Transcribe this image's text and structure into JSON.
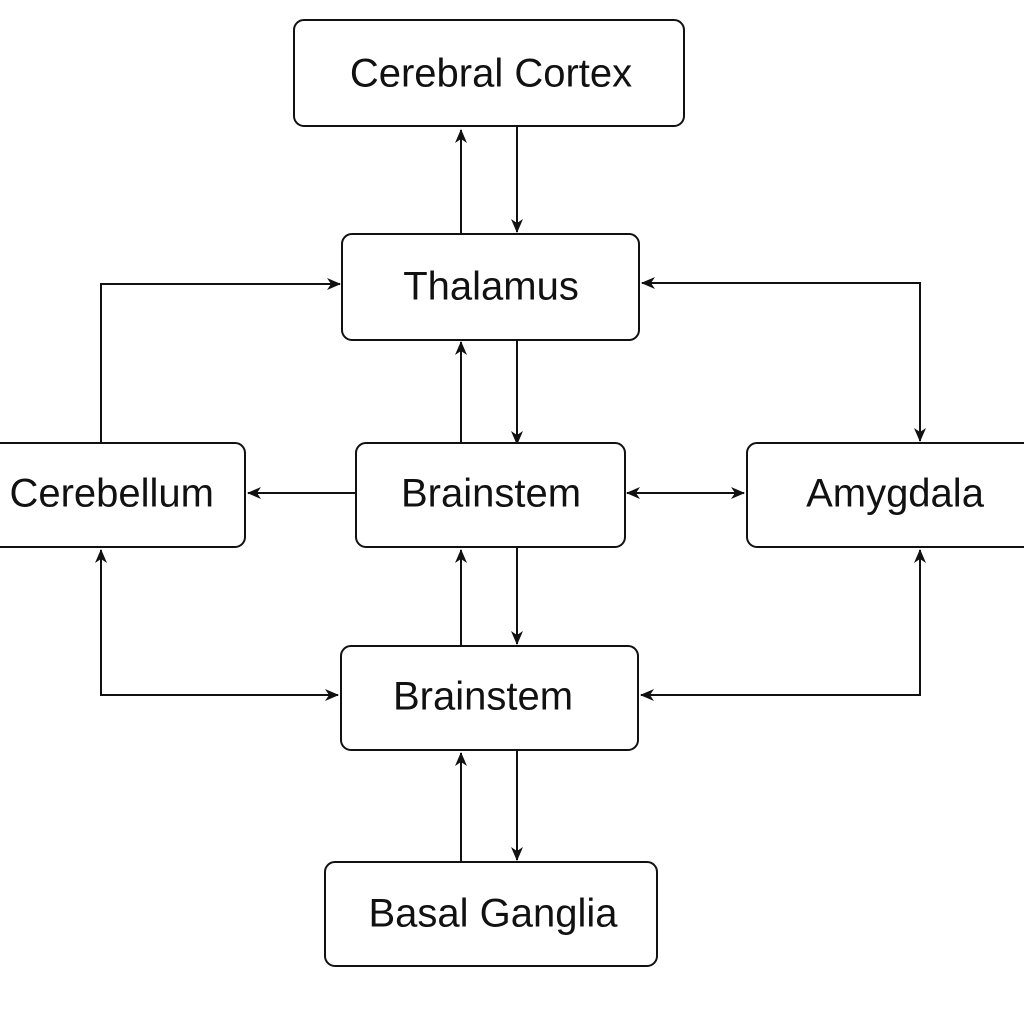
{
  "diagram": {
    "colors": {
      "line": "#111111",
      "box_fill": "#ffffff",
      "text": "#111111"
    },
    "nodes": {
      "cerebral_cortex": {
        "label": "Cerebral Cortex"
      },
      "thalamus": {
        "label": "Thalamus"
      },
      "cerebellum": {
        "label": "Cerebellum"
      },
      "brainstem_upper": {
        "label": "Brainstem"
      },
      "amygdala": {
        "label": "Amygdala"
      },
      "brainstem_lower": {
        "label": "Brainstem"
      },
      "basal_ganglia": {
        "label": "Basal Ganglia"
      }
    },
    "edges": [
      {
        "from": "thalamus",
        "to": "cerebral_cortex"
      },
      {
        "from": "cerebral_cortex",
        "to": "thalamus"
      },
      {
        "from": "cerebellum",
        "to": "thalamus"
      },
      {
        "from": "thalamus",
        "to": "amygdala",
        "bidirectional": true
      },
      {
        "from": "brainstem_upper",
        "to": "thalamus"
      },
      {
        "from": "thalamus",
        "to": "brainstem_upper"
      },
      {
        "from": "brainstem_upper",
        "to": "cerebellum"
      },
      {
        "from": "brainstem_upper",
        "to": "amygdala",
        "bidirectional": true
      },
      {
        "from": "brainstem_lower",
        "to": "brainstem_upper"
      },
      {
        "from": "brainstem_upper",
        "to": "brainstem_lower"
      },
      {
        "from": "cerebellum",
        "to": "brainstem_lower",
        "bidirectional": true
      },
      {
        "from": "amygdala",
        "to": "brainstem_lower",
        "bidirectional": true
      },
      {
        "from": "basal_ganglia",
        "to": "brainstem_lower"
      },
      {
        "from": "brainstem_lower",
        "to": "basal_ganglia"
      }
    ]
  }
}
